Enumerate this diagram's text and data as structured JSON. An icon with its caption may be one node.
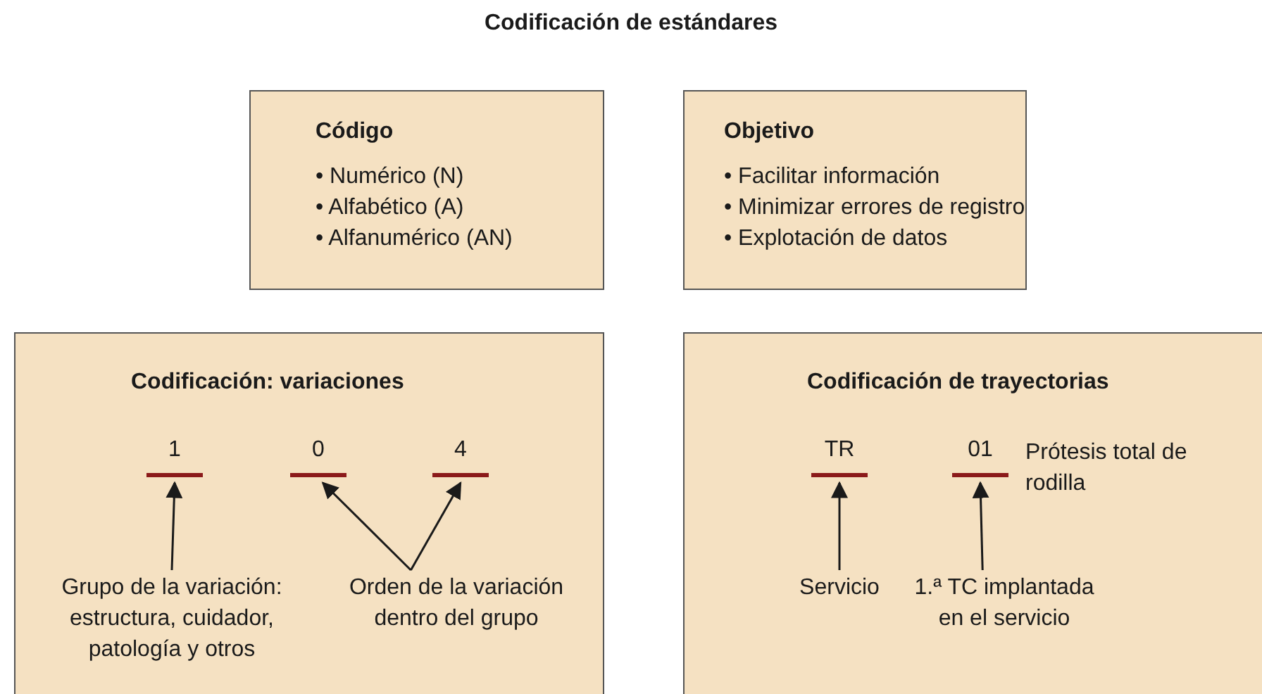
{
  "diagram": {
    "title": "Codificación de estándares",
    "nodes": [
      {
        "text": [
          "Código",
          "• Numérico (N)",
          "• Alfabético (A)",
          "• Alfanumérico (AN)"
        ]
      },
      {
        "text": [
          "Objetivo",
          "• Facilitar información",
          "• Minimizar errores de registro",
          "• Explotación de datos"
        ]
      },
      {
        "text": [
          "Codificación: variaciones"
        ]
      },
      {
        "text": [
          "1"
        ],
        "in": 2
      },
      {
        "text": [
          "0"
        ],
        "in": 2
      },
      {
        "text": [
          "4"
        ],
        "in": 2
      },
      {
        "text": [
          "Grupo de la variación: estructura, cuidador, patología y otros"
        ],
        "in": 2
      },
      {
        "text": [
          "Orden de la variación dentro del grupo"
        ],
        "in": 2
      },
      {
        "text": [
          "Codificación de trayectorias"
        ]
      },
      {
        "text": [
          "TR"
        ],
        "in": 8
      },
      {
        "text": [
          "01"
        ],
        "in": 8,
        "beside": [
          "Prótesis total de rodilla"
        ]
      },
      {
        "text": [
          "Servicio"
        ],
        "in": 8
      },
      {
        "text": [
          "1.ª TC implantada en el servicio"
        ],
        "in": 8
      }
    ],
    "edges": [
      {
        "from": 6,
        "to": 3,
        "arrow": "to"
      },
      {
        "from": 7,
        "to": 4,
        "arrow": "to"
      },
      {
        "from": 7,
        "to": 5,
        "arrow": "to"
      },
      {
        "from": 11,
        "to": 9,
        "arrow": "to"
      },
      {
        "from": 12,
        "to": 10,
        "arrow": "to"
      }
    ]
  }
}
